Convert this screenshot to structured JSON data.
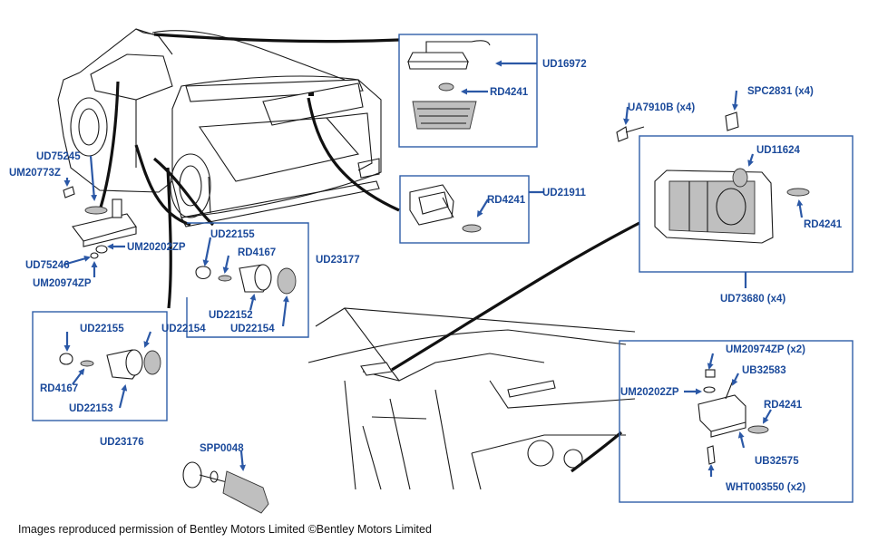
{
  "colors": {
    "label": "#1b4a9b",
    "arrow": "#2b58a6",
    "box": "#2f5ea8",
    "line": "#1a1a1a"
  },
  "labels": {
    "UD16972": "UD16972",
    "RD4241_top": "RD4241",
    "UD21911": "UD21911",
    "RD4241_mid": "RD4241",
    "UA7910B": "UA7910B (x4)",
    "SPC2831": "SPC2831 (x4)",
    "UD11624": "UD11624",
    "RD4241_right": "RD4241",
    "UD73680": "UD73680 (x4)",
    "UD75245": "UD75245",
    "UM20773Z": "UM20773Z",
    "UM20202ZP_left": "UM20202ZP",
    "UD75246": "UD75246",
    "UM20974ZP_left": "UM20974ZP",
    "UD22155_a": "UD22155",
    "RD4167_a": "RD4167",
    "UD23177": "UD23177",
    "UD22152": "UD22152",
    "UD22154_a": "UD22154",
    "UD22155_b": "UD22155",
    "UD22154_b": "UD22154",
    "RD4167_b": "RD4167",
    "UD22153": "UD22153",
    "UD23176": "UD23176",
    "SPP0048": "SPP0048",
    "UM20974ZP_x2": "UM20974ZP (x2)",
    "UB32583": "UB32583",
    "UM20202ZP_right": "UM20202ZP",
    "RD4241_br": "RD4241",
    "UB32575": "UB32575",
    "WHT003550": "WHT003550 (x2)"
  },
  "credit": "Images reproduced permission of Bentley Motors Limited ©Bentley Motors Limited"
}
